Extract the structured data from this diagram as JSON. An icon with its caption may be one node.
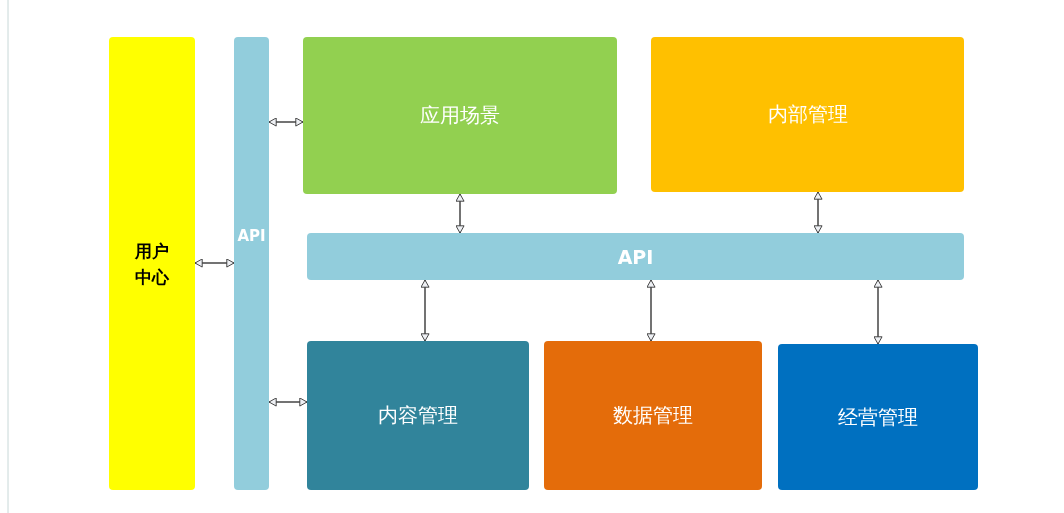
{
  "diagram": {
    "nodes": [
      {
        "text": [
          "用户中心"
        ]
      },
      {
        "text": [
          "API"
        ]
      },
      {
        "text": [
          "应用场景"
        ]
      },
      {
        "text": [
          "内部管理"
        ]
      },
      {
        "text": [
          "API"
        ]
      },
      {
        "text": [
          "内容管理"
        ]
      },
      {
        "text": [
          "数据管理"
        ]
      },
      {
        "text": [
          "经营管理"
        ]
      }
    ],
    "edges": [
      {
        "from": 0,
        "to": 1,
        "arrow": "both"
      },
      {
        "from": 1,
        "to": 2,
        "arrow": "both"
      },
      {
        "from": 1,
        "to": 5,
        "arrow": "both"
      },
      {
        "from": 2,
        "to": 4,
        "arrow": "both"
      },
      {
        "from": 3,
        "to": 4,
        "arrow": "both"
      },
      {
        "from": 4,
        "to": 5,
        "arrow": "both"
      },
      {
        "from": 4,
        "to": 6,
        "arrow": "both"
      },
      {
        "from": 4,
        "to": 7,
        "arrow": "both"
      }
    ]
  }
}
